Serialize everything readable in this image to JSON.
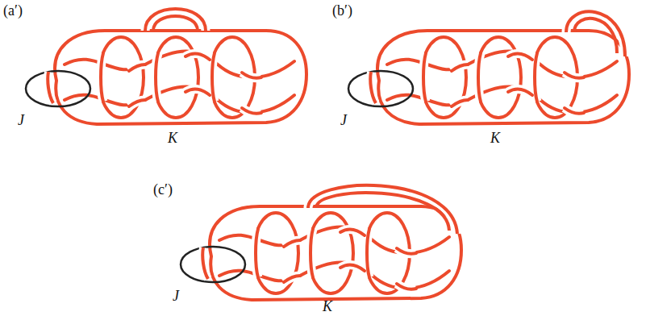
{
  "diagram": {
    "labels": [
      "(a′)",
      "J",
      "K",
      "(b′)",
      "J",
      "K",
      "(c′)",
      "J",
      "K"
    ]
  }
}
